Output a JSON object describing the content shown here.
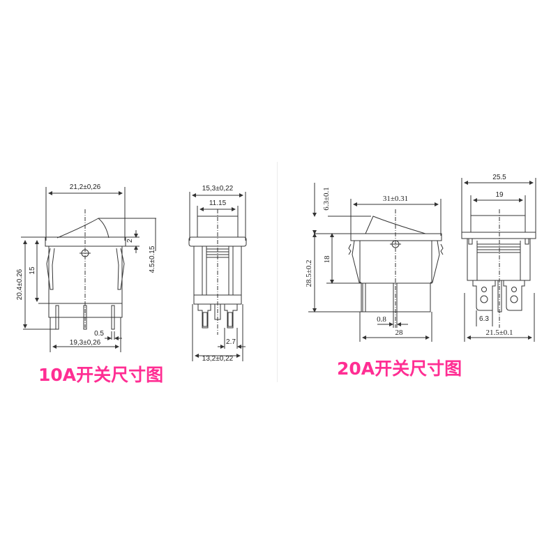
{
  "colors": {
    "caption": "#ff2e93",
    "line": "#333333",
    "background": "#ffffff"
  },
  "drawing_10a": {
    "caption": "10A开关尺寸图",
    "front_view": {
      "width_top": "21,2±0,26",
      "rocker_height": "2",
      "rocker_total": "4.5±0.15",
      "total_height": "20.4±0.26",
      "body_height": "15",
      "pin_width": "0.5",
      "width_bottom": "19,3±0,26"
    },
    "side_view": {
      "width_outer": "15,3±0,22",
      "width_inner": "11.15",
      "pin_pitch": "2.7",
      "width_bottom": "13,2±0,22"
    }
  },
  "drawing_20a": {
    "caption": "20A开关尺寸图",
    "front_view": {
      "rocker_height": "6.3±0.1",
      "width_top": "31±0.31",
      "body_height": "18",
      "total_height": "28.5±0.2",
      "pin_width": "0.8",
      "width_bottom": "28"
    },
    "side_view": {
      "width_outer": "25.5",
      "width_inner": "19",
      "terminal_width": "6.3",
      "width_bottom": "21.5±0.1"
    }
  }
}
